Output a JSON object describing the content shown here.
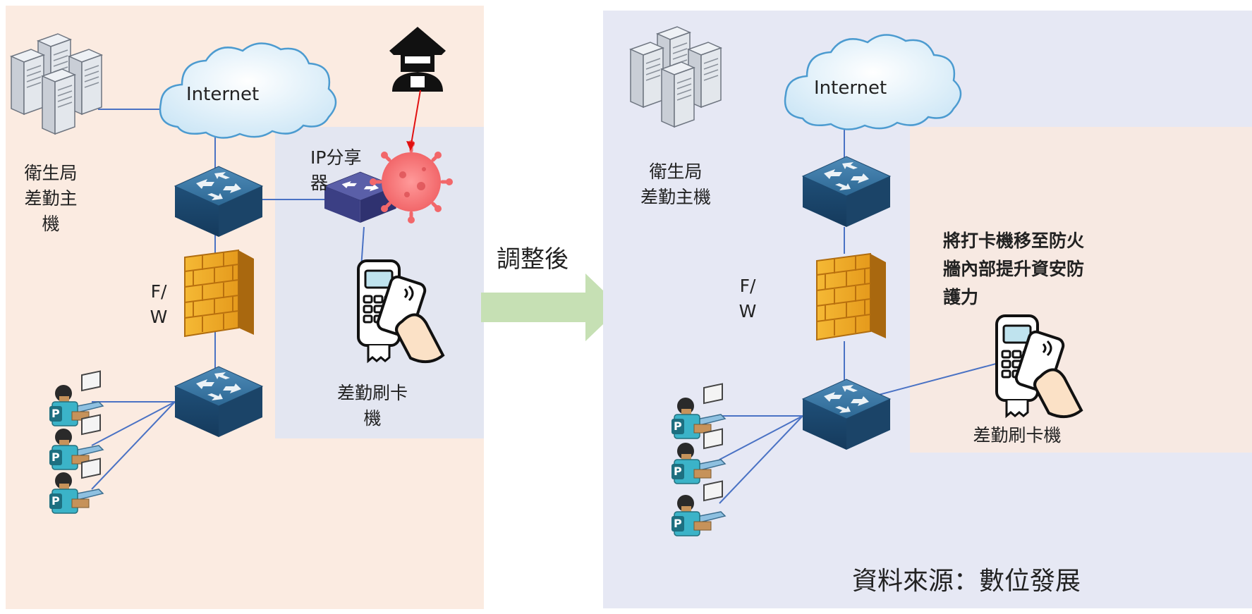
{
  "before": {
    "server_label": "衛生局\n差勤主\n機",
    "internet_label": "Internet",
    "router_label": "IP分享\n器",
    "firewall_label": "F/\nW",
    "card_machine_label": "差勤刷卡\n機"
  },
  "arrow_label": "調整後",
  "after": {
    "server_label": "衛生局\n差勤主機",
    "internet_label": "Internet",
    "firewall_label": "F/\nW",
    "note": "將打卡機移至防火\n牆內部提升資安防\n護力",
    "card_machine_label": "差勤刷卡機"
  },
  "source_text": "資料來源：數位發展",
  "colors": {
    "left_panel_bg": "#fbebe1",
    "right_panel_bg": "#e6e8f4",
    "zone_blue": "#e3e6f1",
    "zone_peach": "#f7e9e2",
    "arrow": "#c6e0b4",
    "link": "#4a72c4",
    "attack_line": "#e11010"
  }
}
